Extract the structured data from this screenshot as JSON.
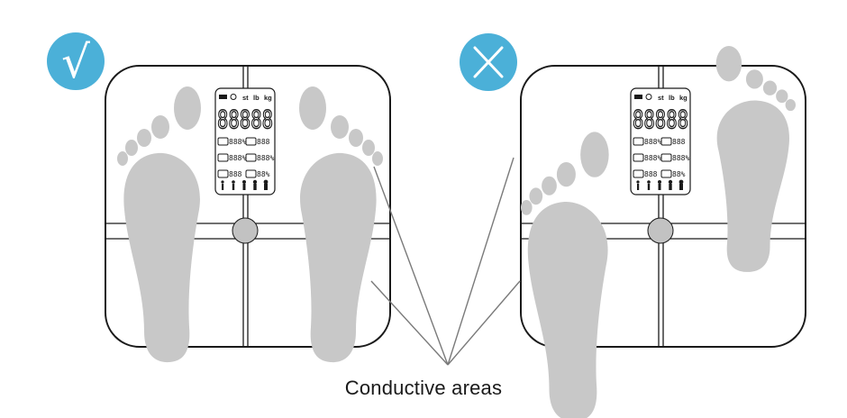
{
  "caption": "Conductive areas",
  "badges": {
    "correct": {
      "symbol": "√",
      "icon": "checkmark-icon",
      "color": "#4bb0d8"
    },
    "incorrect": {
      "symbol": "✕",
      "icon": "cross-icon",
      "color": "#4bb0d8"
    }
  },
  "display": {
    "units": [
      "st",
      "lb",
      "kg"
    ],
    "main_readout": "88888",
    "rows": [
      [
        "888",
        "888"
      ],
      [
        "888",
        "888"
      ],
      [
        "888",
        "88"
      ]
    ],
    "percent_sign": "%"
  },
  "colors": {
    "outline": "#1a1a1a",
    "foot": "#c8c8c8",
    "electrode": "#c2c2c2",
    "leader": "#7a7a7a"
  }
}
